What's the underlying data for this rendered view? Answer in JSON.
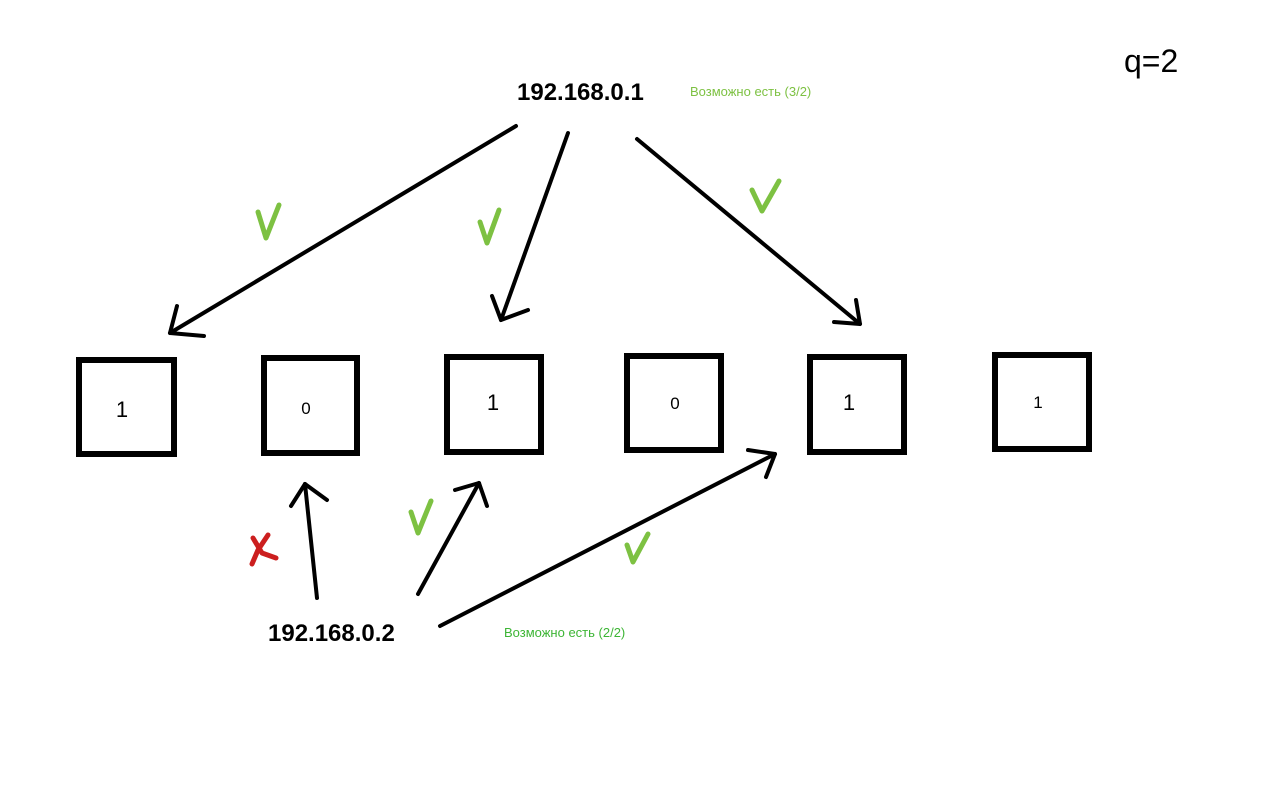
{
  "parameter": {
    "label": "q=2"
  },
  "sources": [
    {
      "ip": "192.168.0.1",
      "status": "Возможно есть (3/2)",
      "status_color": "#7dc142",
      "arrows": [
        {
          "to_cell": 0,
          "mark": "check"
        },
        {
          "to_cell": 2,
          "mark": "check"
        },
        {
          "to_cell": 4,
          "mark": "check"
        }
      ]
    },
    {
      "ip": "192.168.0.2",
      "status": "Возможно есть (2/2)",
      "status_color": "#3db535",
      "arrows": [
        {
          "to_cell": 1,
          "mark": "cross"
        },
        {
          "to_cell": 2,
          "mark": "check"
        },
        {
          "to_cell": 4,
          "mark": "check"
        }
      ]
    }
  ],
  "cells": [
    "1",
    "0",
    "1",
    "0",
    "1",
    "1"
  ],
  "mark_colors": {
    "check": "#7dc142",
    "cross": "#cc1f1f"
  }
}
